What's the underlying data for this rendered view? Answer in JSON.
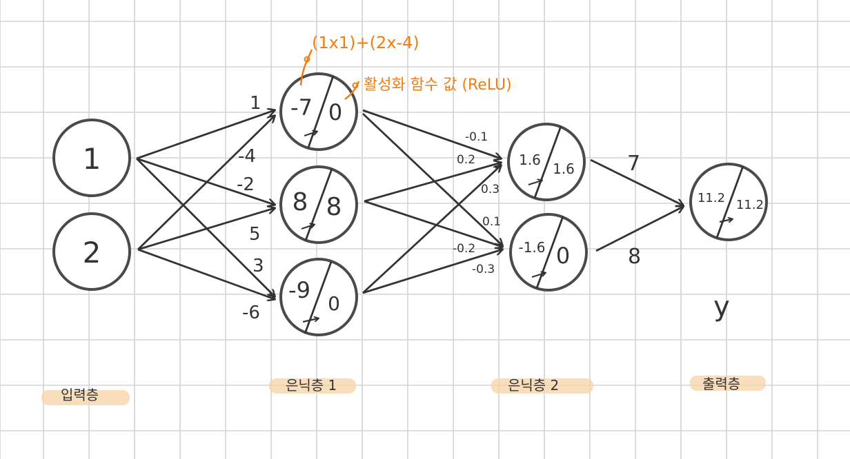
{
  "annotations": {
    "formula": "(1x1)+(2x-4)",
    "activation": "활성화 함수 값 (ReLU)"
  },
  "layers": {
    "input": "입력층",
    "hidden1": "은닉층 1",
    "hidden2": "은닉층 2",
    "output": "출력층"
  },
  "nodes": {
    "in1": {
      "value": "1"
    },
    "in2": {
      "value": "2"
    },
    "h1a": {
      "pre": "-7",
      "post": "0"
    },
    "h1b": {
      "pre": "8",
      "post": "8"
    },
    "h1c": {
      "pre": "-9",
      "post": "0"
    },
    "h2a": {
      "pre": "1.6",
      "post": "1.6"
    },
    "h2b": {
      "pre": "-1.6",
      "post": "0"
    },
    "out": {
      "pre": "11.2",
      "post": "11.2"
    }
  },
  "weights": {
    "w_in1_h1a": "1",
    "w_in2_h1a": "-4",
    "w_in1_h1b": "-2",
    "w_in2_h1b": "5",
    "w_in1_h1c": "3",
    "w_in2_h1c": "-6",
    "w_h1a_h2a": "-0.1",
    "w_h1b_h2a": "0.2",
    "w_h1c_h2a": "0.3",
    "w_h1a_h2b": "0.1",
    "w_h1b_h2b": "-0.2",
    "w_h1c_h2b": "-0.3",
    "w_h2a_out": "7",
    "w_h2b_out": "8"
  },
  "output_symbol": "y"
}
